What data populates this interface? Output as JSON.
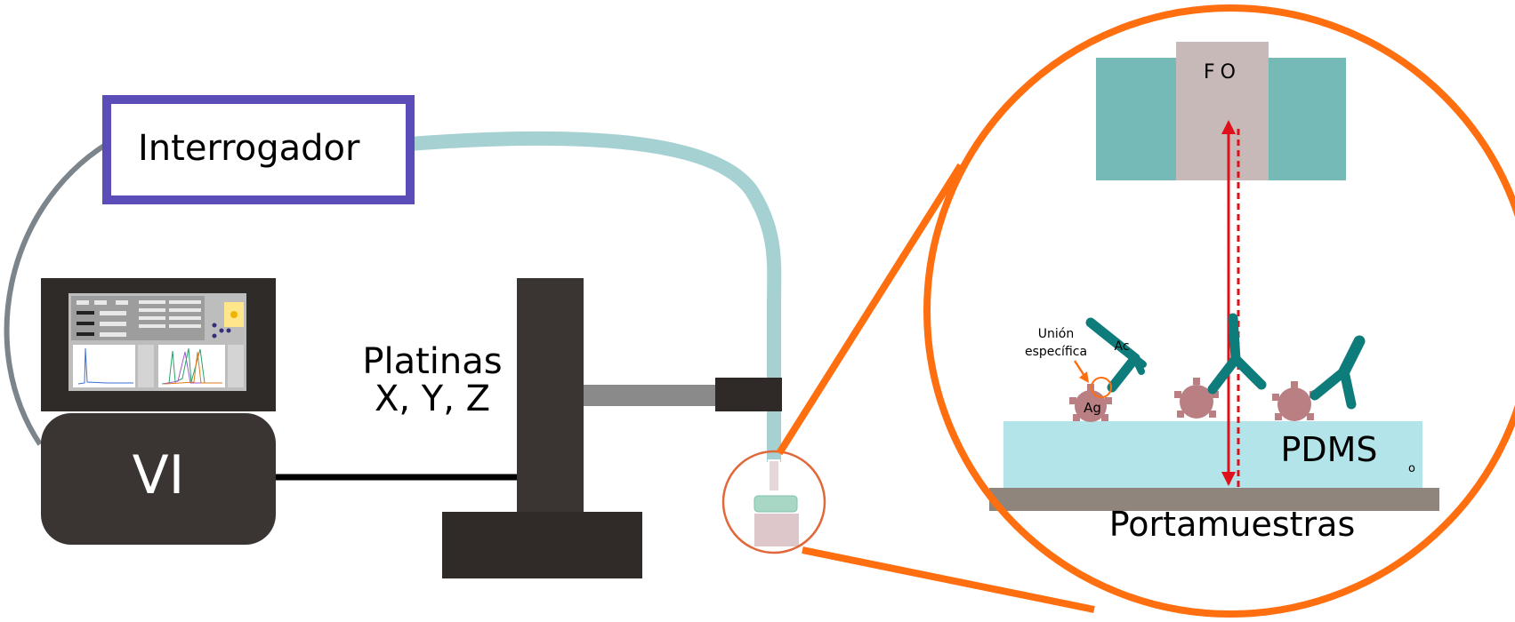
{
  "labels": {
    "interrogador": "Interrogador",
    "vi": "VI",
    "platinas_line1": "Platinas",
    "platinas_line2": "X, Y, Z",
    "fo": "FO",
    "union_line1": "Unión",
    "union_line2": "específica",
    "ac": "Ac",
    "ag": "Ag",
    "pdms": "PDMS",
    "pdms_mark": "o",
    "portamuestras": "Portamuestras"
  },
  "colors": {
    "interrogador_border": "#5a4db8",
    "fiber": "#a5d1d3",
    "cable_gray": "#7c858c",
    "dark_device": "#3a3533",
    "zoom_orange": "#ff6e0f",
    "small_circle": "#e0683a",
    "fo_holder": "#76bab8",
    "fo_core": "#c8b9b9",
    "beam_red": "#e0101a",
    "pdms_fill": "#b3e4ea",
    "portamuestras": "#8f857d",
    "antibody": "#0e7c7b",
    "antigen": "#b97f82",
    "tip_green": "#a8d8c5",
    "tip_pink": "#ddc7cb"
  }
}
